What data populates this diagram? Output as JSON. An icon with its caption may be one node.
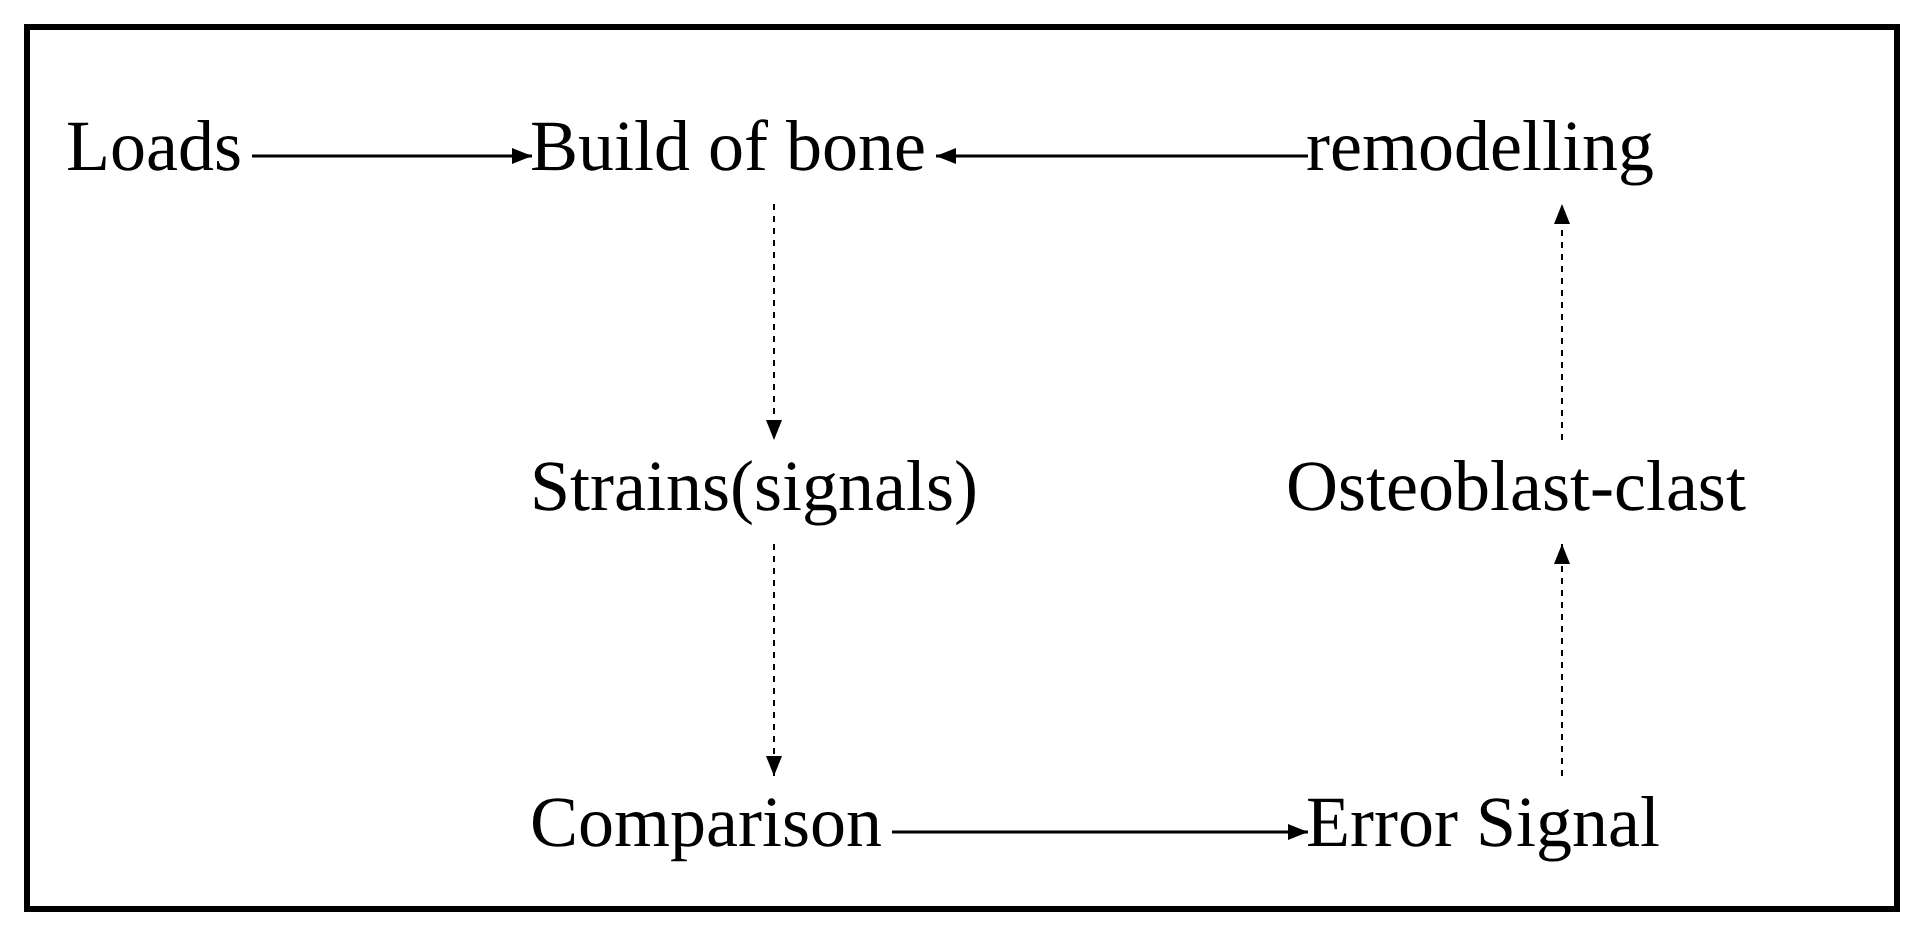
{
  "diagram": {
    "nodes": [
      {
        "text": [
          "Loads"
        ]
      },
      {
        "text": [
          "Build of bone"
        ]
      },
      {
        "text": [
          "remodelling"
        ]
      },
      {
        "text": [
          "Strains(signals)"
        ]
      },
      {
        "text": [
          "Osteoblast-clast"
        ]
      },
      {
        "text": [
          "Comparison"
        ]
      },
      {
        "text": [
          "Error Signal"
        ]
      }
    ],
    "edges": [
      {
        "from": 0,
        "to": 1,
        "arrow": "to"
      },
      {
        "from": 2,
        "to": 1,
        "arrow": "to"
      },
      {
        "from": 1,
        "to": 3,
        "arrow": "to",
        "style": "dashed"
      },
      {
        "from": 3,
        "to": 5,
        "arrow": "to",
        "style": "dashed"
      },
      {
        "from": 5,
        "to": 6,
        "arrow": "to"
      },
      {
        "from": 6,
        "to": 4,
        "arrow": "to",
        "style": "dashed"
      },
      {
        "from": 4,
        "to": 2,
        "arrow": "to",
        "style": "dashed"
      }
    ]
  }
}
